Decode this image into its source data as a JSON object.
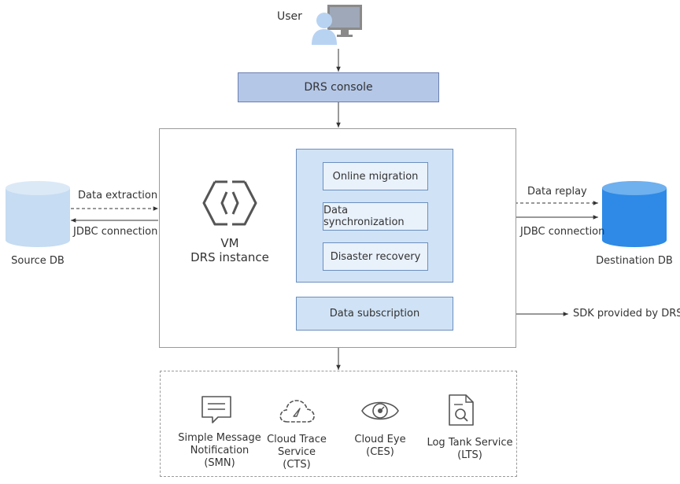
{
  "user": {
    "label": "User"
  },
  "console": {
    "label": "DRS console"
  },
  "instance": {
    "vm_label": "VM",
    "name": "DRS instance"
  },
  "functions": [
    {
      "label": "Online migration"
    },
    {
      "label": "Data synchronization"
    },
    {
      "label": "Disaster recovery"
    }
  ],
  "subscription": {
    "label": "Data subscription",
    "sdk_label": "SDK provided by DRS"
  },
  "source": {
    "label": "Source DB",
    "top_link": "Data extraction",
    "bottom_link": "JDBC connection"
  },
  "destination": {
    "label": "Destination DB",
    "top_link": "Data replay",
    "bottom_link": "JDBC connection"
  },
  "services": [
    {
      "icon": "message-icon",
      "lines": [
        "Simple Message",
        "Notification",
        "(SMN)"
      ]
    },
    {
      "icon": "cloud-trace-icon",
      "lines": [
        "Cloud Trace",
        "Service",
        "(CTS)"
      ]
    },
    {
      "icon": "eye-icon",
      "lines": [
        "Cloud Eye",
        "(CES)"
      ]
    },
    {
      "icon": "document-search-icon",
      "lines": [
        "Log Tank Service",
        "(LTS)"
      ]
    }
  ],
  "colors": {
    "console_fill": "#b4c7e7",
    "console_border": "#6b7fb0",
    "function_panel": "#d0e2f5",
    "function_border": "#6b8fc0",
    "function_box": "#e9f1fb",
    "source_db": "#c5dcf2",
    "destination_db": "#2e8ae6",
    "line": "#333333",
    "container_border": "#9a9a9a"
  }
}
